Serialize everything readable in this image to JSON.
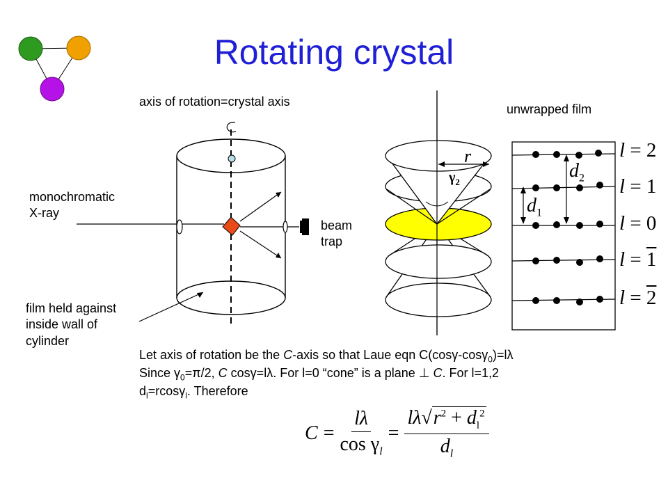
{
  "title": "Rotating crystal",
  "labels": {
    "axis": "axis of rotation=crystal axis",
    "unwrapped": "unwrapped film",
    "mono1": "monochromatic",
    "mono2": "X-ray",
    "beam1": "beam",
    "beam2": "trap",
    "film1": "film held against",
    "film2": "inside wall of",
    "film3": "cylinder",
    "r": "r",
    "gamma2": "γ",
    "gamma2_sub": "2"
  },
  "layer_lines": [
    {
      "l": "2",
      "overline": false
    },
    {
      "l": "1",
      "overline": false
    },
    {
      "l": "0",
      "overline": false
    },
    {
      "l": "1",
      "overline": true
    },
    {
      "l": "2",
      "overline": true
    }
  ],
  "distances": {
    "d2": "d",
    "d2_sub": "2",
    "d1": "d",
    "d1_sub": "1"
  },
  "text": {
    "line1_a": "Let axis of rotation be the ",
    "line1_c": "C",
    "line1_b": "-axis so that Laue eqn ",
    "line1_eq": "C(cosγ-cosγ",
    "line1_eq_sub": "0",
    "line1_eq_end": ")=lλ",
    "line2_a": "Since γ",
    "line2_a_sub": "0",
    "line2_b": "=π/2, ",
    "line2_c": "C",
    "line2_d": " cosγ=lλ. For l=0 “cone” is a plane ⊥ ",
    "line2_e": "C",
    "line2_f": ". For l=1,2",
    "line3_a": "d",
    "line3_a_sub": "l",
    "line3_b": "=rcosγ",
    "line3_b_sub": "l",
    "line3_c": ". Therefore"
  },
  "formula": {
    "lhs": "C",
    "eq": "=",
    "num1": "lλ",
    "den1": "cos γ",
    "den1_sub": "l",
    "num2_a": "lλ",
    "num2_r": "r",
    "num2_r_sup": "2",
    "num2_plus": " + ",
    "num2_d": "d",
    "num2_d_sub": "l",
    "num2_d_sup": "2",
    "den2": "d",
    "den2_sub": "l"
  },
  "colors": {
    "title": "#1f1fd6",
    "green_ball": "#2e9a1f",
    "orange_ball": "#f0a000",
    "magenta_ball": "#b412e6",
    "crystal": "#e84a1a",
    "plane": "#ffff00",
    "tick_circle": "#b8e0e8"
  }
}
